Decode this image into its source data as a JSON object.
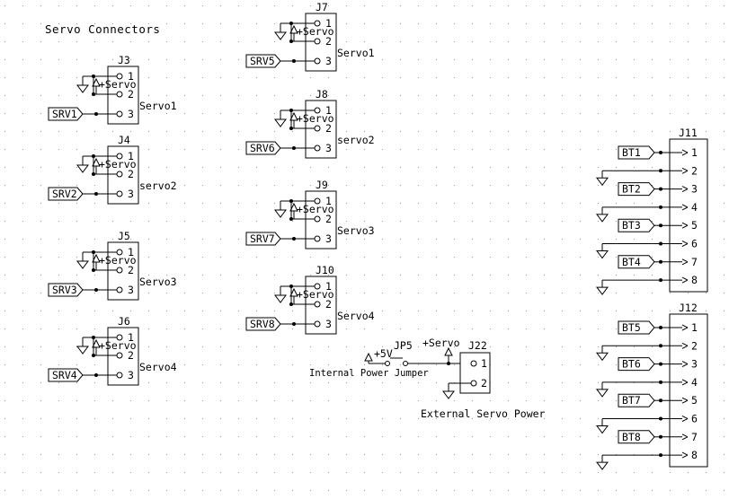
{
  "title": "Servo Connectors",
  "labels": {
    "servo_rail": "+Servo",
    "plus5v": "+5V",
    "jp5": "JP5",
    "j22": "J22",
    "internal_power_jumper": "Internal Power Jumper",
    "external_servo_power": "External Servo Power"
  },
  "servo_connectors": [
    {
      "ref": "J3",
      "net": "SRV1",
      "name": "Servo1"
    },
    {
      "ref": "J4",
      "net": "SRV2",
      "name": "servo2"
    },
    {
      "ref": "J5",
      "net": "SRV3",
      "name": "Servo3"
    },
    {
      "ref": "J6",
      "net": "SRV4",
      "name": "Servo4"
    },
    {
      "ref": "J7",
      "net": "SRV5",
      "name": "Servo1"
    },
    {
      "ref": "J8",
      "net": "SRV6",
      "name": "servo2"
    },
    {
      "ref": "J9",
      "net": "SRV7",
      "name": "Servo3"
    },
    {
      "ref": "J10",
      "net": "SRV8",
      "name": "Servo4"
    }
  ],
  "pin_numbers_3": [
    "1",
    "2",
    "3"
  ],
  "pin_numbers_2": [
    "1",
    "2"
  ],
  "pin_numbers_8": [
    "1",
    "2",
    "3",
    "4",
    "5",
    "6",
    "7",
    "8"
  ],
  "headers": [
    {
      "ref": "J11",
      "nets": [
        "BT1",
        "BT2",
        "BT3",
        "BT4"
      ]
    },
    {
      "ref": "J12",
      "nets": [
        "BT5",
        "BT6",
        "BT7",
        "BT8"
      ]
    }
  ],
  "colors": {
    "background": "#ffffff",
    "grid": "#9a9a9a",
    "ink": "#000000"
  }
}
